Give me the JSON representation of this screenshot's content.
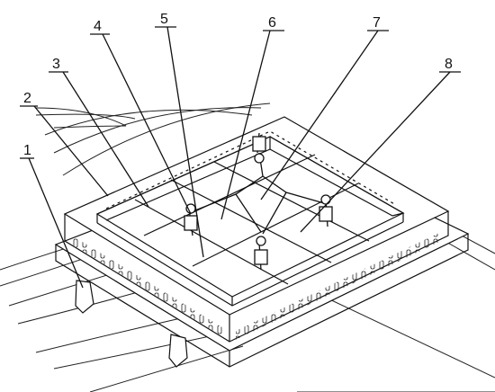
{
  "callouts": [
    {
      "label": "1"
    },
    {
      "label": "2"
    },
    {
      "label": "3"
    },
    {
      "label": "4"
    },
    {
      "label": "5"
    },
    {
      "label": "6"
    },
    {
      "label": "7"
    },
    {
      "label": "8"
    }
  ],
  "colors": {
    "line": "#111111",
    "background": "#ffffff"
  }
}
